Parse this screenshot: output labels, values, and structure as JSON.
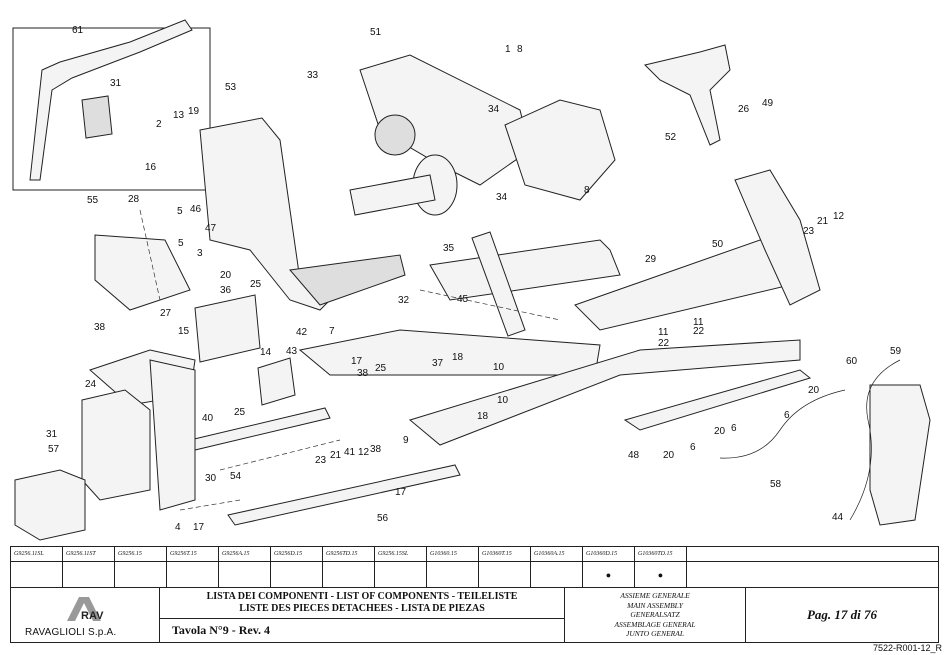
{
  "drawing": {
    "callouts": [
      {
        "n": "61"
      },
      {
        "n": "31"
      },
      {
        "n": "53"
      },
      {
        "n": "33"
      },
      {
        "n": "51"
      },
      {
        "n": "1"
      },
      {
        "n": "8"
      },
      {
        "n": "34"
      },
      {
        "n": "52"
      },
      {
        "n": "26"
      },
      {
        "n": "49"
      },
      {
        "n": "2"
      },
      {
        "n": "13"
      },
      {
        "n": "19"
      },
      {
        "n": "16"
      },
      {
        "n": "5"
      },
      {
        "n": "46"
      },
      {
        "n": "28"
      },
      {
        "n": "47"
      },
      {
        "n": "5"
      },
      {
        "n": "55"
      },
      {
        "n": "3"
      },
      {
        "n": "20"
      },
      {
        "n": "36"
      },
      {
        "n": "27"
      },
      {
        "n": "25"
      },
      {
        "n": "42"
      },
      {
        "n": "14"
      },
      {
        "n": "38"
      },
      {
        "n": "15"
      },
      {
        "n": "24"
      },
      {
        "n": "43"
      },
      {
        "n": "7"
      },
      {
        "n": "17"
      },
      {
        "n": "32"
      },
      {
        "n": "35"
      },
      {
        "n": "45"
      },
      {
        "n": "29"
      },
      {
        "n": "50"
      },
      {
        "n": "21"
      },
      {
        "n": "12"
      },
      {
        "n": "23"
      },
      {
        "n": "11"
      },
      {
        "n": "22"
      },
      {
        "n": "11"
      },
      {
        "n": "22"
      },
      {
        "n": "37"
      },
      {
        "n": "18"
      },
      {
        "n": "10"
      },
      {
        "n": "18"
      },
      {
        "n": "10"
      },
      {
        "n": "38"
      },
      {
        "n": "25"
      },
      {
        "n": "25"
      },
      {
        "n": "40"
      },
      {
        "n": "31"
      },
      {
        "n": "57"
      },
      {
        "n": "54"
      },
      {
        "n": "30"
      },
      {
        "n": "23"
      },
      {
        "n": "21"
      },
      {
        "n": "41"
      },
      {
        "n": "12"
      },
      {
        "n": "38"
      },
      {
        "n": "9"
      },
      {
        "n": "56"
      },
      {
        "n": "4"
      },
      {
        "n": "17"
      },
      {
        "n": "48"
      },
      {
        "n": "20"
      },
      {
        "n": "6"
      },
      {
        "n": "20"
      },
      {
        "n": "6"
      },
      {
        "n": "58"
      },
      {
        "n": "60"
      },
      {
        "n": "59"
      },
      {
        "n": "20"
      },
      {
        "n": "6"
      },
      {
        "n": "44"
      },
      {
        "n": "34"
      },
      {
        "n": "8"
      },
      {
        "n": "17"
      }
    ]
  },
  "code_table": {
    "codes": [
      {
        "code": "G9256.11SL",
        "mark": ""
      },
      {
        "code": "G9256.11ST",
        "mark": ""
      },
      {
        "code": "G9256.15",
        "mark": ""
      },
      {
        "code": "G9256T.15",
        "mark": ""
      },
      {
        "code": "G9256A.15",
        "mark": ""
      },
      {
        "code": "G9256D.15",
        "mark": ""
      },
      {
        "code": "G9256TD.15",
        "mark": ""
      },
      {
        "code": "G9256.15SL",
        "mark": ""
      },
      {
        "code": "G10360.15",
        "mark": ""
      },
      {
        "code": "G10360T.15",
        "mark": ""
      },
      {
        "code": "G10360A.15",
        "mark": ""
      },
      {
        "code": "G10360D.15",
        "mark": "●"
      },
      {
        "code": "G10360TD.15",
        "mark": "●"
      }
    ]
  },
  "title_block": {
    "company": "RAVAGLIOLI S.p.A.",
    "logo_text": "RAV",
    "list_title_1": "LISTA DEI COMPONENTI - LIST OF COMPONENTS - TEILELISTE",
    "list_title_2": "LISTE DES PIECES DETACHEES - LISTA DE PIEZAS",
    "tavola": "Tavola N°9 - Rev. 4",
    "assembly": [
      "ASSIEME GENERALE",
      "MAIN ASSEMBLY",
      "GENERALSATZ",
      "ASSEMBLAGE GENERAL",
      "JUNTO GENERAL"
    ],
    "page": "Pag. 17 di 76",
    "doc_code": "7522-R001-12_R"
  }
}
